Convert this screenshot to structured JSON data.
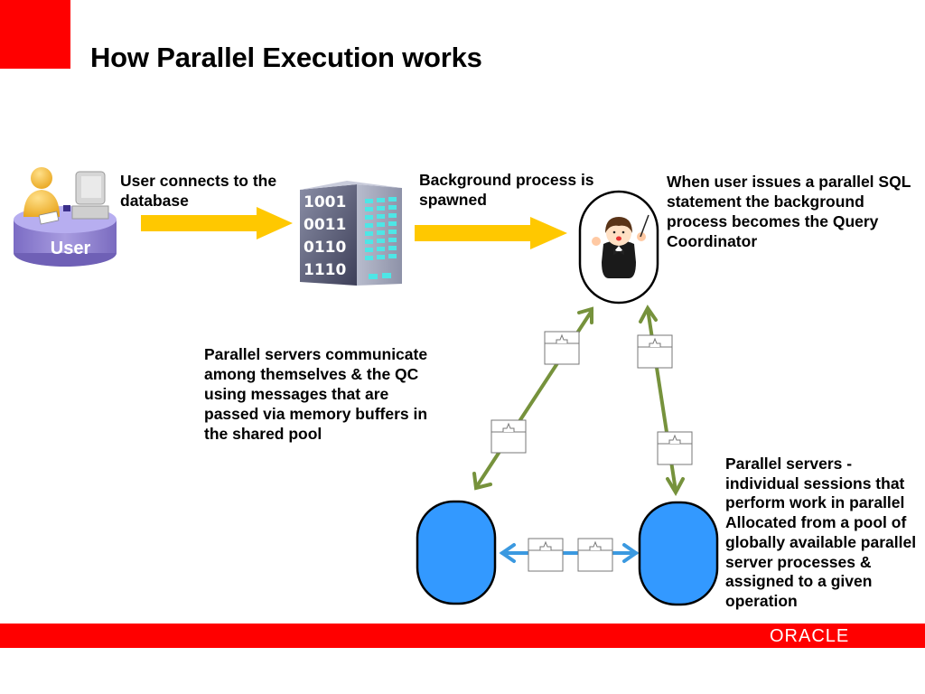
{
  "slide": {
    "title": "How Parallel Execution works",
    "footer_logo": "ORACLE",
    "colors": {
      "brand_red": "#ff0000",
      "arrow_yellow": "#ffc800",
      "arrow_green": "#76923c",
      "arrow_blue": "#3b99e0",
      "server_blue": "#3399ff"
    }
  },
  "nodes": {
    "user": {
      "label": "User",
      "icon": "user-at-computer-icon"
    },
    "database": {
      "icon": "database-building-icon",
      "binary_rows": [
        "1001",
        "0011",
        "0110",
        "1110"
      ]
    },
    "query_coordinator": {
      "icon": "conductor-icon"
    },
    "parallel_servers": [
      {
        "icon": "parallel-server-left"
      },
      {
        "icon": "parallel-server-right"
      }
    ],
    "message_buffers": {
      "icon": "message-buffer-icon",
      "count": 6
    }
  },
  "annotations": {
    "user_connects": "User connects to the database",
    "background_process": "Background process is spawned",
    "query_coordinator": "When user issues a parallel SQL statement the background process becomes the Query Coordinator",
    "communication": "Parallel servers communicate among themselves & the QC using messages that are passed via memory buffers in the shared pool",
    "parallel_servers": "Parallel servers - individual sessions that perform work in parallel Allocated from a pool of globally available parallel server processes & assigned to a given operation"
  }
}
